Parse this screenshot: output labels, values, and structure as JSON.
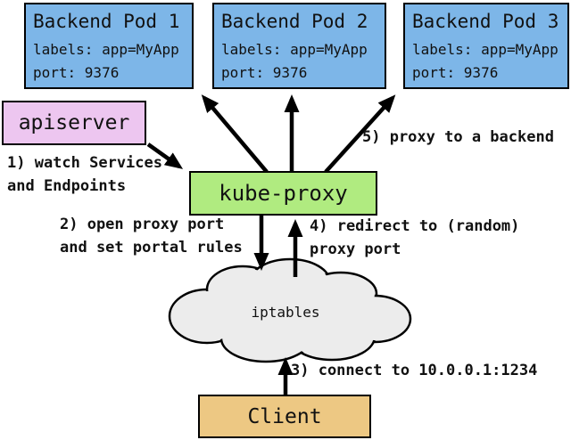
{
  "diagram": {
    "pods": [
      {
        "title": "Backend Pod 1",
        "labels": "labels: app=MyApp",
        "port": "port: 9376"
      },
      {
        "title": "Backend Pod 2",
        "labels": "labels: app=MyApp",
        "port": "port: 9376"
      },
      {
        "title": "Backend Pod 3",
        "labels": "labels: app=MyApp",
        "port": "port: 9376"
      }
    ],
    "apiserver_label": "apiserver",
    "kube_proxy_label": "kube-proxy",
    "iptables_label": "iptables",
    "client_label": "Client",
    "annotations": {
      "step1": "1) watch Services\nand Endpoints",
      "step2": "2) open proxy port\nand set portal rules",
      "step3": "3) connect to 10.0.0.1:1234",
      "step4": "4) redirect to (random)\nproxy port",
      "step5": "5) proxy to a backend"
    },
    "colors": {
      "pod_blue": "#7db6e8",
      "apiserver_pink": "#edc6f0",
      "kubeproxy_green": "#b0eb80",
      "client_tan": "#edc883",
      "cloud_gray": "#ececec",
      "line_black": "#000000"
    }
  }
}
